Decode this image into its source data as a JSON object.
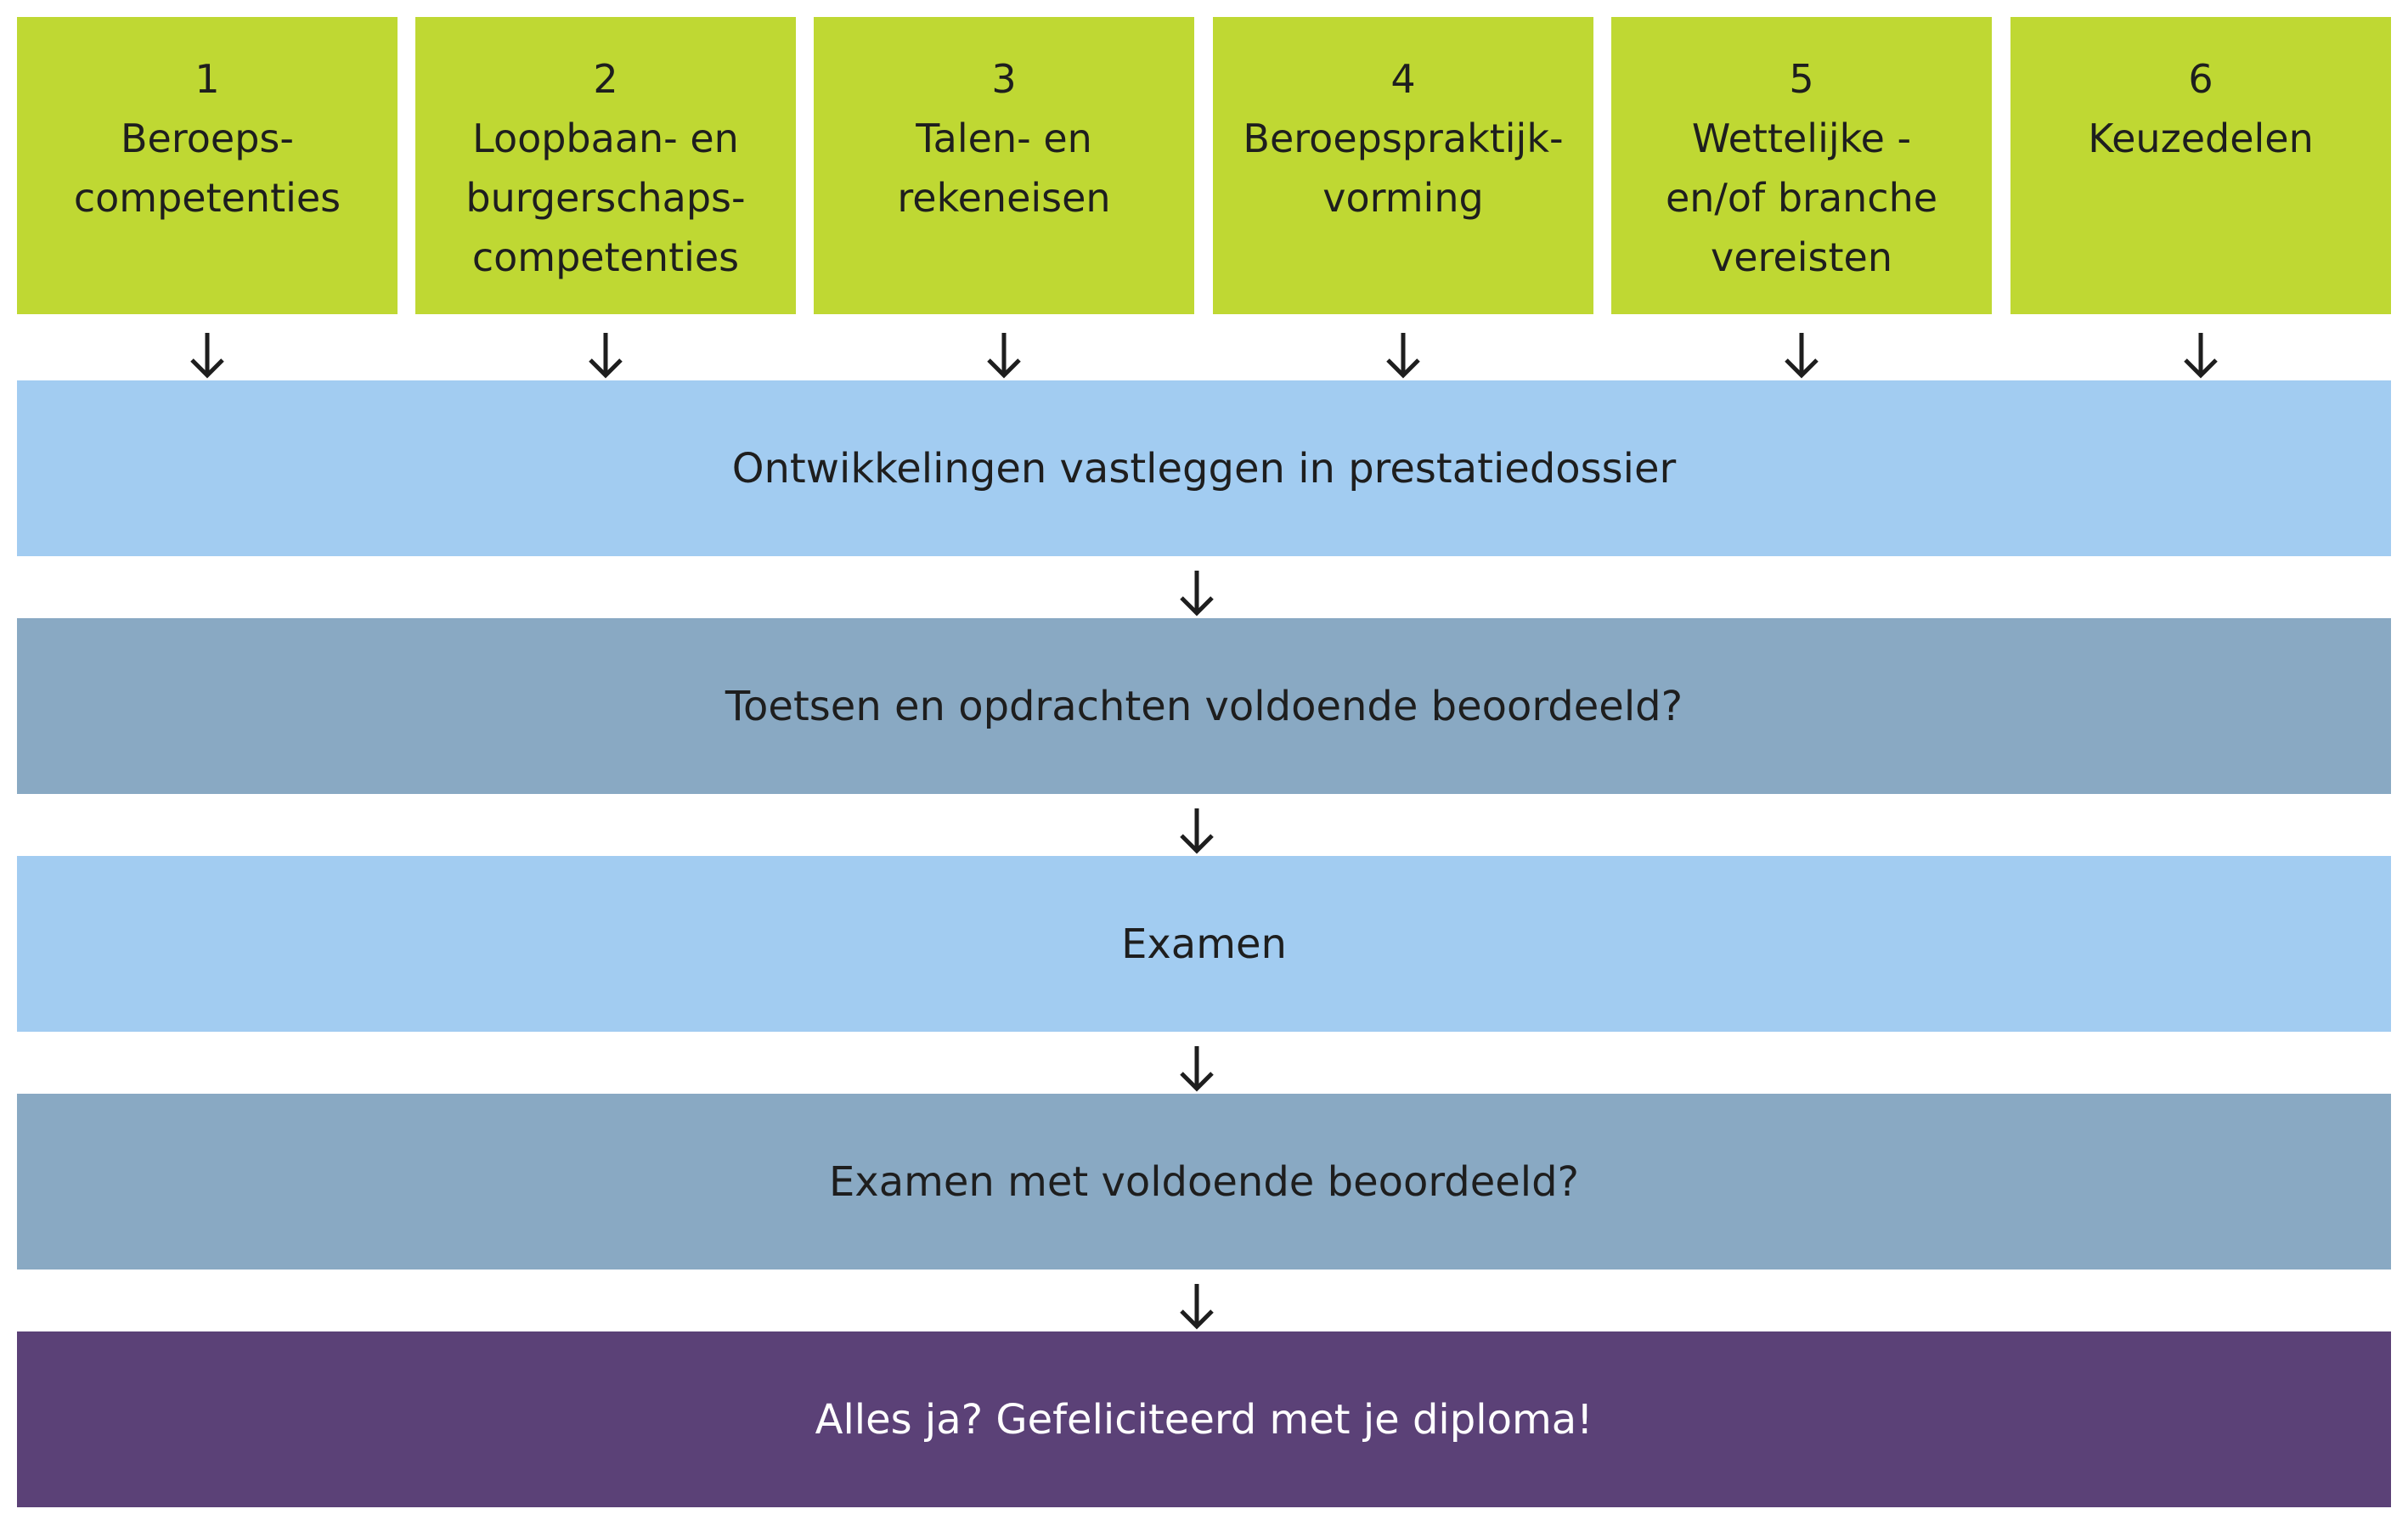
{
  "columns": [
    {
      "number": "1",
      "label": "Beroeps-\ncompetenties"
    },
    {
      "number": "2",
      "label": "Loopbaan- en\nburgerschaps-\ncompetenties"
    },
    {
      "number": "3",
      "label": "Talen- en\nrekeneisen"
    },
    {
      "number": "4",
      "label": "Beroepspraktijk-\nvorming"
    },
    {
      "number": "5",
      "label": "Wettelijke -\nen/of branche\nvereisten"
    },
    {
      "number": "6",
      "label": "Keuzedelen"
    }
  ],
  "steps": [
    {
      "label": "Ontwikkelingen vastleggen in prestatiedossier"
    },
    {
      "label": "Toetsen en opdrachten voldoende beoordeeld?"
    },
    {
      "label": "Examen"
    },
    {
      "label": "Examen met voldoende beoordeeld?"
    },
    {
      "label": "Alles ja? Gefeliciteerd met je diploma!"
    }
  ],
  "colors": {
    "column_green": "#bfd833",
    "step_light_blue": "#a2ccf1",
    "step_mid_blue": "#89a9c3",
    "step_purple": "#5b4177"
  },
  "icons": {
    "arrow": "arrow-down-icon"
  }
}
